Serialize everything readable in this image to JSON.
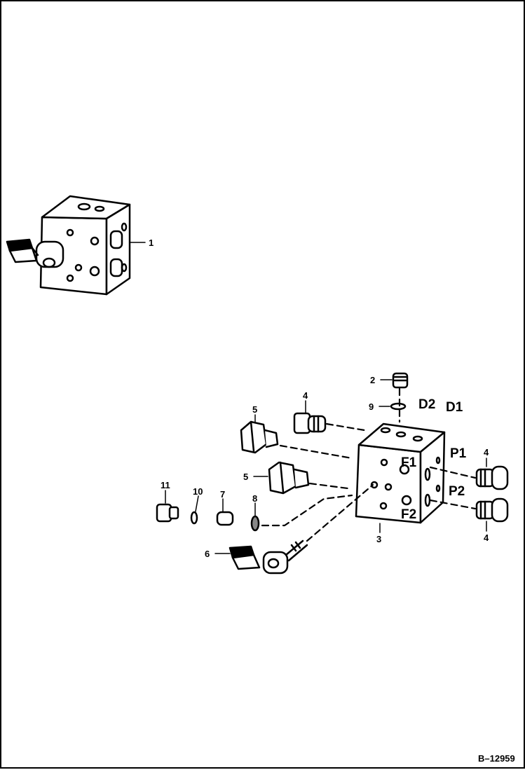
{
  "diagram": {
    "callouts": {
      "c1": "1",
      "c2": "2",
      "c3": "3",
      "c4_top": "4",
      "c4_right_top": "4",
      "c4_right_bottom": "4",
      "c5_top": "5",
      "c5_mid": "5",
      "c6": "6",
      "c7": "7",
      "c8": "8",
      "c9": "9",
      "c10": "10",
      "c11": "11"
    },
    "ports": {
      "d2": "D2",
      "d1": "D1",
      "p1": "P1",
      "p2": "P2",
      "f1": "F1",
      "f2": "F2"
    },
    "drawing_code": "B–12959"
  }
}
